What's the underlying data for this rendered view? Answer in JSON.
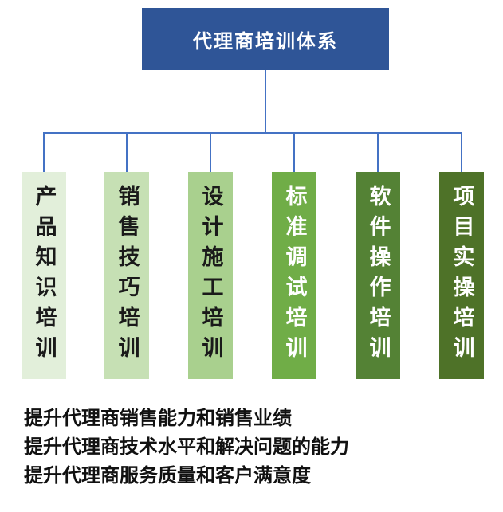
{
  "header": {
    "title": "代理商培训体系",
    "bg_color": "#2F5597",
    "text_color": "#FFFFFF"
  },
  "connector_color": "#4472C4",
  "boxes": [
    {
      "label": "产品知识培训",
      "bg": "#E2EFDA",
      "text_color": "#1A1A1A"
    },
    {
      "label": "销售技巧培训",
      "bg": "#C6E0B4",
      "text_color": "#1A1A1A"
    },
    {
      "label": "设计施工培训",
      "bg": "#A9D08E",
      "text_color": "#1A1A1A"
    },
    {
      "label": "标准调试培训",
      "bg": "#70AD47",
      "text_color": "#FFFFFF"
    },
    {
      "label": "软件操作培训",
      "bg": "#548235",
      "text_color": "#FFFFFF"
    },
    {
      "label": "项目实操培训",
      "bg": "#4E7228",
      "text_color": "#FFFFFF"
    }
  ],
  "footer": {
    "lines": [
      "提升代理商销售能力和销售业绩",
      "提升代理商技术水平和解决问题的能力",
      "提升代理商服务质量和客户满意度"
    ]
  }
}
